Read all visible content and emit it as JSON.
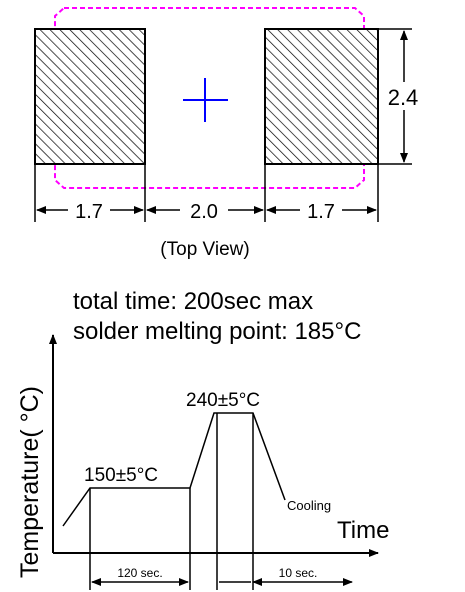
{
  "footprint": {
    "pad_width": "1.7",
    "gap": "2.0",
    "height": "2.4",
    "view_label": "(Top View)",
    "outline_color": "#ff00ff",
    "center_mark_color": "#0000ff"
  },
  "profile": {
    "header_line1": "total time: 200sec max",
    "header_line2": "solder melting point: 185°C",
    "y_axis_label": "Temperature( °C)",
    "x_axis_label": "Time",
    "preheat_label": "150±5°C",
    "peak_label": "240±5°C",
    "cooling_label": "Cooling",
    "preheat_duration": "120 sec.",
    "peak_duration": "10 sec."
  }
}
